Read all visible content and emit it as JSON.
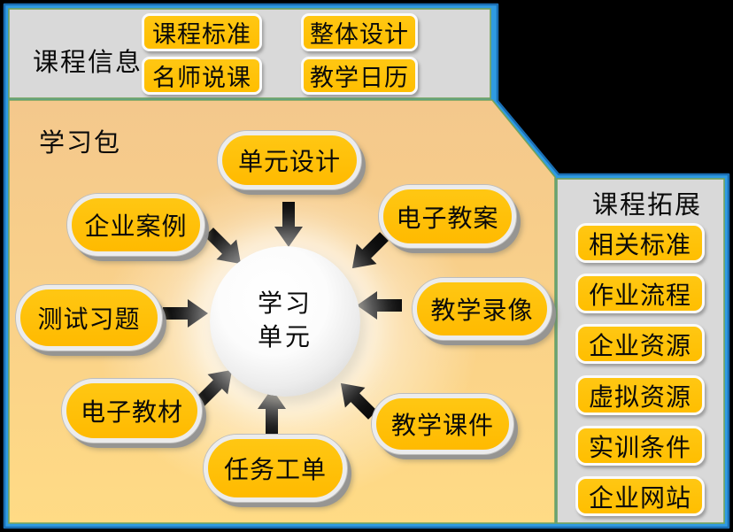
{
  "colors": {
    "accent_blue": "#2F9BE2",
    "blue_edge": "#1B6FB4",
    "button_orange": "#FFC003",
    "panel_gray": "#D9D9D9",
    "package_tan_top": "#F5CA8C",
    "package_tan_bottom": "#FFDA85",
    "divider_green": "#74A35C",
    "arrow_black": "#0B0B0B"
  },
  "header": {
    "title": "课程信息",
    "buttons": [
      {
        "label": "课程标准"
      },
      {
        "label": "整体设计"
      },
      {
        "label": "名师说课"
      },
      {
        "label": "教学日历"
      }
    ]
  },
  "learning_package": {
    "title": "学习包",
    "center_circle": {
      "line1": "学习",
      "line2": "单元"
    },
    "nodes": [
      {
        "label": "单元设计",
        "arrow_direction": "down"
      },
      {
        "label": "企业案例",
        "arrow_direction": "down-right"
      },
      {
        "label": "电子教案",
        "arrow_direction": "down-left"
      },
      {
        "label": "测试习题",
        "arrow_direction": "right"
      },
      {
        "label": "教学录像",
        "arrow_direction": "left"
      },
      {
        "label": "电子教材",
        "arrow_direction": "up-right"
      },
      {
        "label": "教学课件",
        "arrow_direction": "up-left"
      },
      {
        "label": "任务工单",
        "arrow_direction": "up"
      }
    ]
  },
  "extension": {
    "title": "课程拓展",
    "buttons": [
      {
        "label": "相关标准"
      },
      {
        "label": "作业流程"
      },
      {
        "label": "企业资源"
      },
      {
        "label": "虚拟资源"
      },
      {
        "label": "实训条件"
      },
      {
        "label": "企业网站"
      }
    ]
  }
}
